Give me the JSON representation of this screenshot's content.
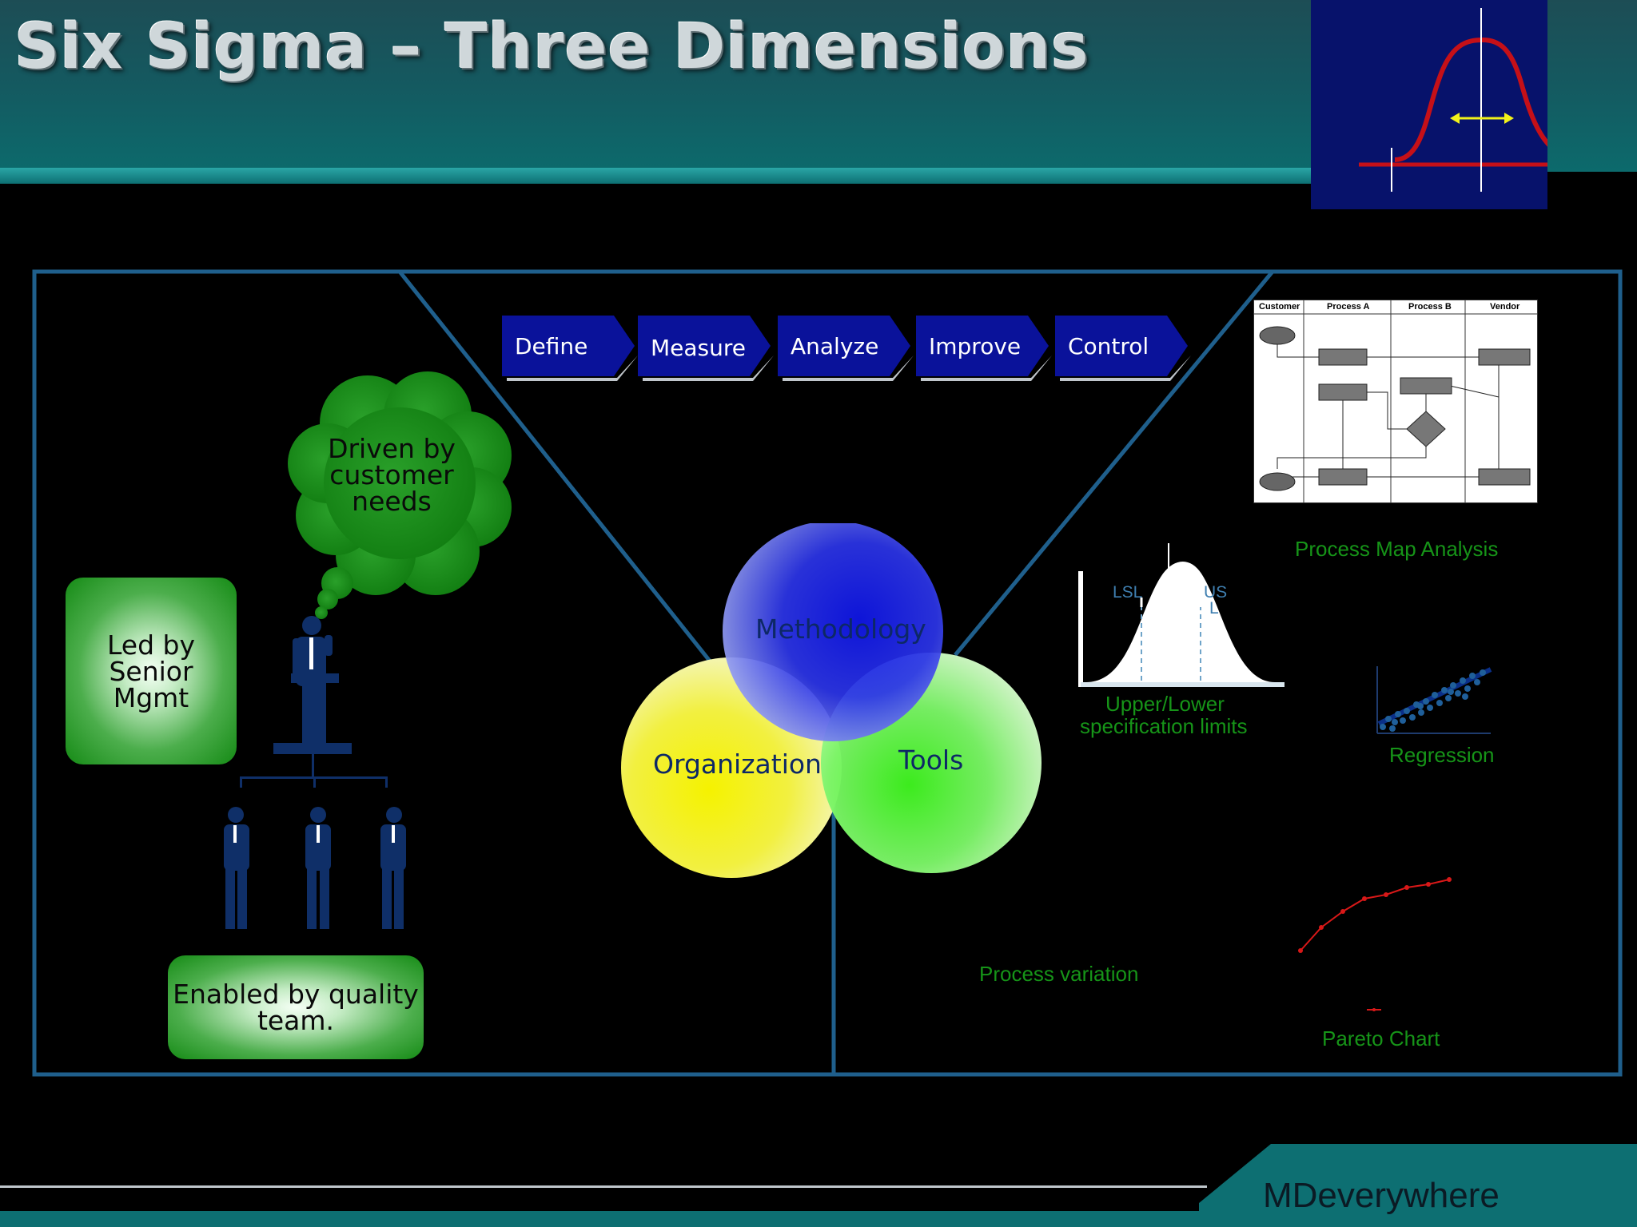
{
  "slide": {
    "title": "Six Sigma – Three Dimensions",
    "brand": "MDeverywhere"
  },
  "dmaic": [
    "Define",
    "Measure",
    "Analyze",
    "Improve",
    "Control"
  ],
  "venn": {
    "methodology": "Methodology",
    "organization": "Organization",
    "tools": "Tools"
  },
  "organization_panel": {
    "cloud": [
      "Driven by",
      "customer",
      "needs"
    ],
    "led_by": [
      "Led by",
      "Senior",
      "Mgmt"
    ],
    "enabled_by": [
      "Enabled by quality",
      "team."
    ]
  },
  "tools_panel": {
    "process_map": {
      "headers": [
        "Customer",
        "Process A",
        "Process B",
        "Vendor"
      ],
      "caption": "Process Map Analysis"
    },
    "spec_limits": {
      "lsl": "LSL",
      "usl_top": "US",
      "usl_bottom": "L",
      "caption_1": "Upper/Lower",
      "caption_2": "specification limits"
    },
    "regression_caption": "Regression",
    "variation_caption": "Process variation",
    "pareto_caption": "Pareto Chart"
  },
  "colors": {
    "frame": "#1f5f8c",
    "chevron": "#0a129a",
    "green": "#169418",
    "header_teal": "#0d6f72"
  }
}
